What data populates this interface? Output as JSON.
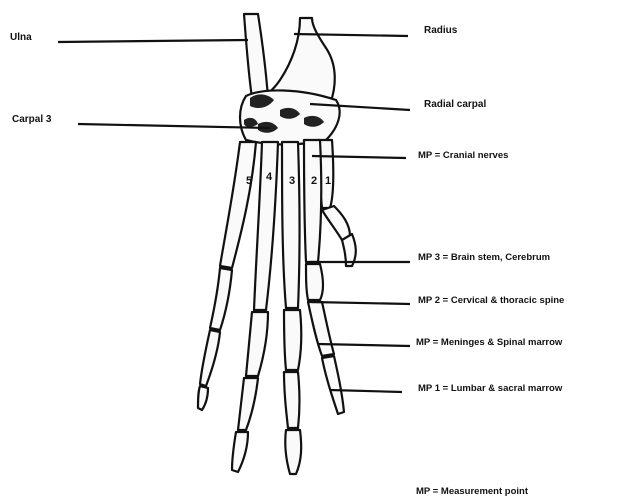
{
  "labels": {
    "ulna": "Ulna",
    "radius": "Radius",
    "radial_carpal": "Radial carpal",
    "carpal_3": "Carpal 3",
    "mp_cranial": "MP = Cranial nerves",
    "mp3": "MP 3 = Brain stem, Cerebrum",
    "mp2": "MP 2 = Cervical & thoracic spine",
    "mp_meninges": "MP = Meninges & Spinal marrow",
    "mp1": "MP 1 = Lumbar & sacral marrow",
    "legend": "MP = Measurement point"
  },
  "digits": [
    "5",
    "4",
    "3",
    "2",
    "1"
  ]
}
